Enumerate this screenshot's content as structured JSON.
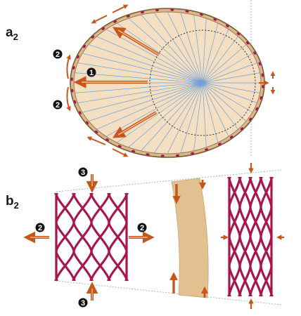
{
  "panels": {
    "a": {
      "label": "a",
      "sub": "2"
    },
    "b": {
      "label": "b",
      "sub": "2"
    }
  },
  "markers": {
    "one": "1",
    "two": "2",
    "three": "3"
  },
  "colors": {
    "arrow": "#c8561a",
    "arrow_light": "#f1c49a",
    "cell_fill": "#f4dfc2",
    "band_fill": "#e2c08f",
    "rim_outer": "#b58a55",
    "lattice": "#a8174c",
    "radial_line": "#6f9fd8",
    "guide_line": "#8fb2d8",
    "marker_fill": "#111111"
  }
}
